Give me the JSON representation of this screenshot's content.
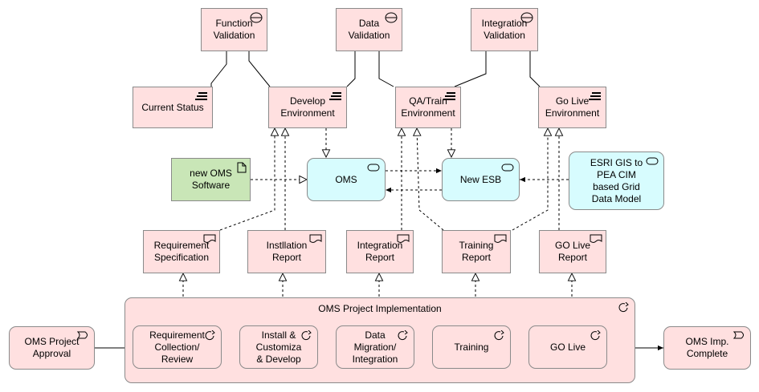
{
  "diagram": {
    "requirements": {
      "function": "Function\nValidation",
      "data": "Data\nValidation",
      "integration": "Integration\nValidation"
    },
    "assessment": {
      "current_status": "Current Status"
    },
    "environments": {
      "develop": "Develop\nEnvironment",
      "qa_train": "QA/Train\nEnvironment",
      "golive": "Go Live\nEnvironment"
    },
    "applications": {
      "oms": "OMS",
      "esb": "New ESB",
      "esri": "ESRI GIS to\nPEA CIM\nbased Grid\nData Model"
    },
    "artifact": {
      "software": "new OMS\nSoftware"
    },
    "deliverables": {
      "requirement_spec": "Requirement\nSpecification",
      "installation_report": "Instllation\nReport",
      "integration_report": "Integration\nReport",
      "training_report": "Training\nReport",
      "golive_report": "GO Live\nReport"
    },
    "events": {
      "approval": "OMS Project\nApproval",
      "complete": "OMS Imp.\nComplete"
    },
    "implementation": {
      "title": "OMS Project Implementation",
      "steps": {
        "requirement": "Requirement\nCollection/\nReview",
        "install": "Install &\nCustomiza\n& Develop",
        "migration": "Data\nMigration/\nIntegration",
        "training": "Training",
        "golive": "GO Live"
      }
    },
    "colors": {
      "business": "#ffe0e0",
      "application": "#d7fcfe",
      "artifact": "#c9e6b7",
      "border": "#8a8a8a"
    }
  }
}
